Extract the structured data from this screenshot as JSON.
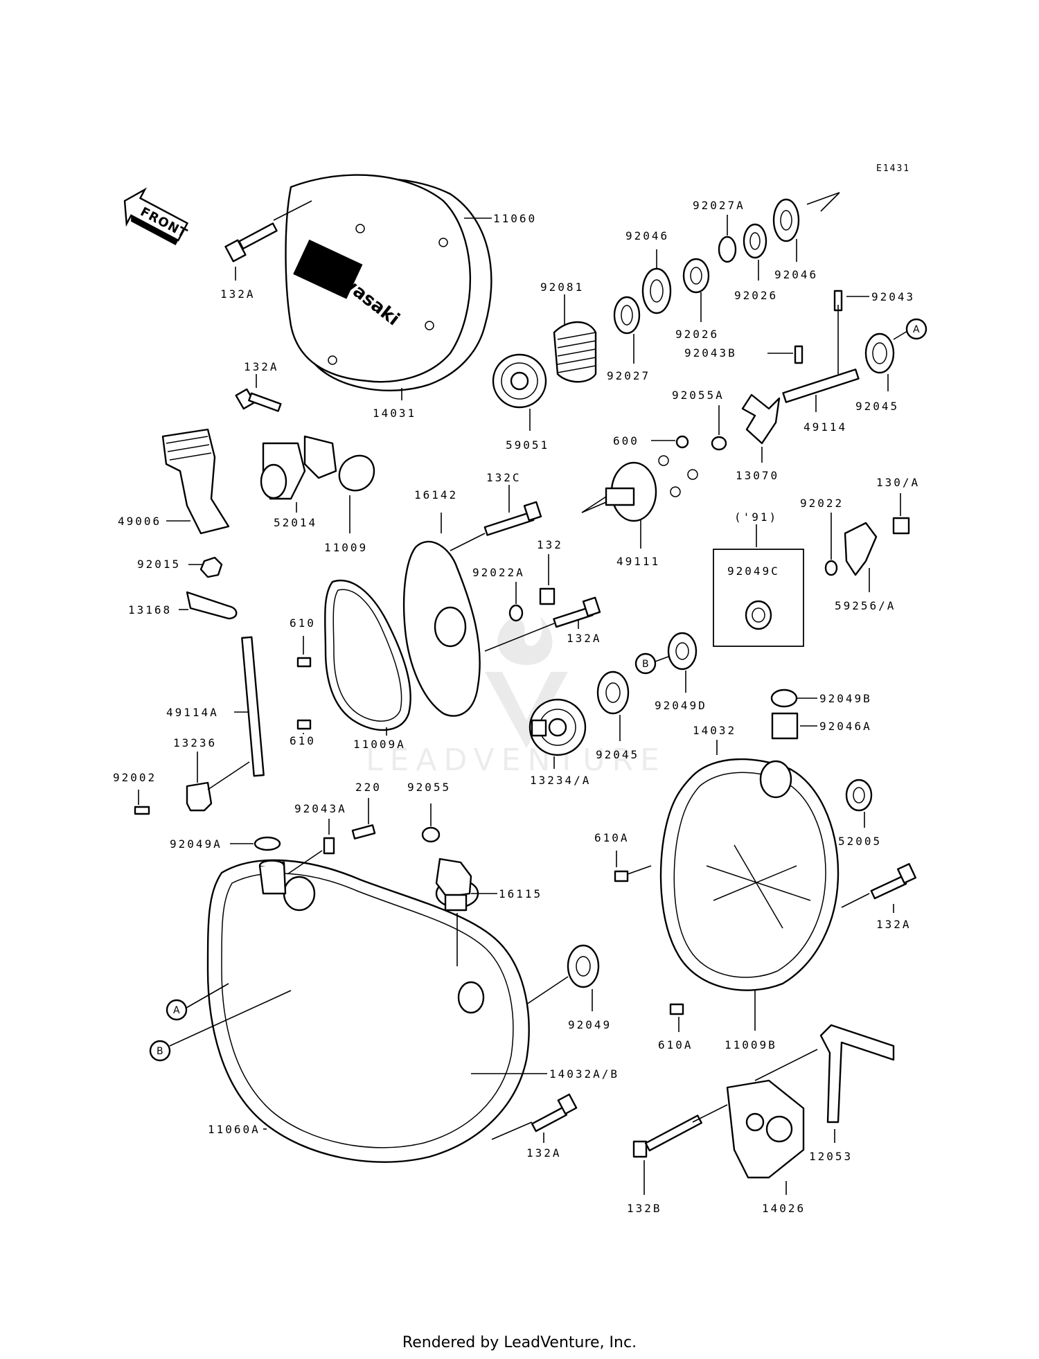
{
  "diagram_code": "E1431",
  "front_label": "FRONT",
  "model_note": "('91)",
  "brand_logo_text": "Kawasaki",
  "watermark": "LEADVENTURE",
  "footer": "Rendered by LeadVenture, Inc.",
  "ref_markers": {
    "a": "A",
    "b": "B"
  },
  "parts": {
    "p11060": "11060",
    "p132A_top": "132A",
    "p14031": "14031",
    "p132A_2": "132A",
    "p49006": "49006",
    "p52014": "52014",
    "p11009": "11009",
    "p92015": "92015",
    "p13168": "13168",
    "p49114A": "49114A",
    "p610_a": "610",
    "p610_b": "610",
    "p11009A": "11009A",
    "p13236": "13236",
    "p92002": "92002",
    "p92049A": "92049A",
    "p92043A": "92043A",
    "p220": "220",
    "p92055": "92055",
    "p16115": "16115",
    "p92049": "92049",
    "p14032AB": "14032A/B",
    "p11060A": "11060A",
    "p132A_bottom": "132A",
    "p16142": "16142",
    "p132C": "132C",
    "p132": "132",
    "p92022A": "92022A",
    "p132A_mid": "132A",
    "p92081": "92081",
    "p59051": "59051",
    "p92027": "92027",
    "p92046_a": "92046",
    "p92027A": "92027A",
    "p92026_a": "92026",
    "p92026_b": "92026",
    "p92046_b": "92046",
    "p92043": "92043",
    "p92043B": "92043B",
    "p92045_a": "92045",
    "p49114": "49114",
    "p92055A": "92055A",
    "p600": "600",
    "p13070": "13070",
    "p49111": "49111",
    "p92022": "92022",
    "p130A": "130/A",
    "p92049C": "92049C",
    "p59256A": "59256/A",
    "p92049D": "92049D",
    "p92045_b": "92045",
    "p13234A": "13234/A",
    "p92049B": "92049B",
    "p92046A": "92046A",
    "p14032": "14032",
    "p52005": "52005",
    "p610A_a": "610A",
    "p132A_right": "132A",
    "p610A_b": "610A",
    "p11009B": "11009B",
    "p12053": "12053",
    "p132B": "132B",
    "p14026": "14026"
  }
}
